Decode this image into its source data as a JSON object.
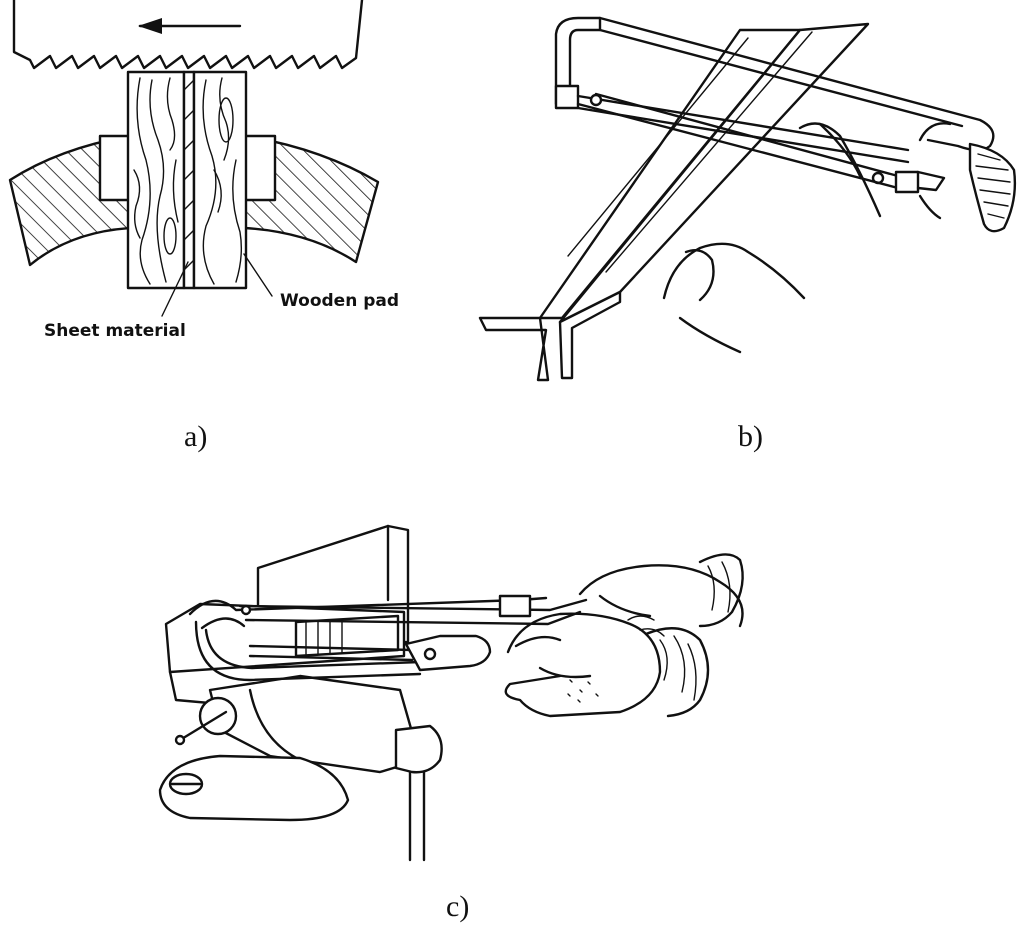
{
  "figure_a": {
    "label_wooden_pad": "Wooden pad",
    "label_sheet_material": "Sheet material",
    "caption": "a)"
  },
  "figure_b": {
    "caption": "b)"
  },
  "figure_c": {
    "caption": "c)"
  }
}
